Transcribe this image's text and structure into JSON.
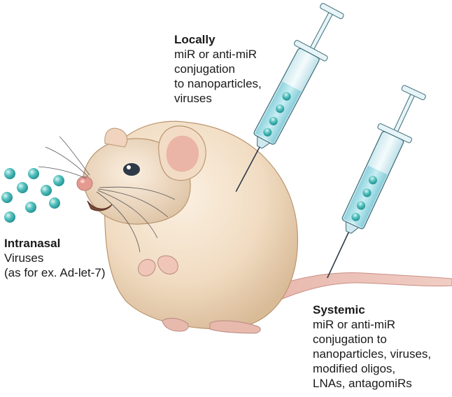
{
  "labels": {
    "locally": {
      "heading": "Locally",
      "lines": [
        "miR or anti-miR",
        "conjugation",
        "to nanoparticles,",
        "viruses"
      ]
    },
    "intranasal": {
      "heading": "Intranasal",
      "lines": [
        "Viruses",
        "(as for ex. Ad-let-7)"
      ]
    },
    "systemic": {
      "heading": "Systemic",
      "lines": [
        "miR or anti-miR",
        "conjugation to",
        "nanoparticles, viruses,",
        "modified oligos,",
        "LNAs, antagomiRs"
      ]
    }
  },
  "colors": {
    "mouse_body": "#f0d9bd",
    "mouse_shadow": "#d9bd9c",
    "ear_inner": "#e8a9a0",
    "nose": "#e79a92",
    "tail": "#e7b7ad",
    "syringe_barrel": "#dff1f5",
    "syringe_fluid": "#a8dde6",
    "syringe_outline": "#3c6c78",
    "particle": "#3eb6b4",
    "particle_highlight": "#d9f4f2"
  },
  "icons": [
    "mouse-illustration",
    "syringe-icon",
    "nanoparticle-icon"
  ]
}
